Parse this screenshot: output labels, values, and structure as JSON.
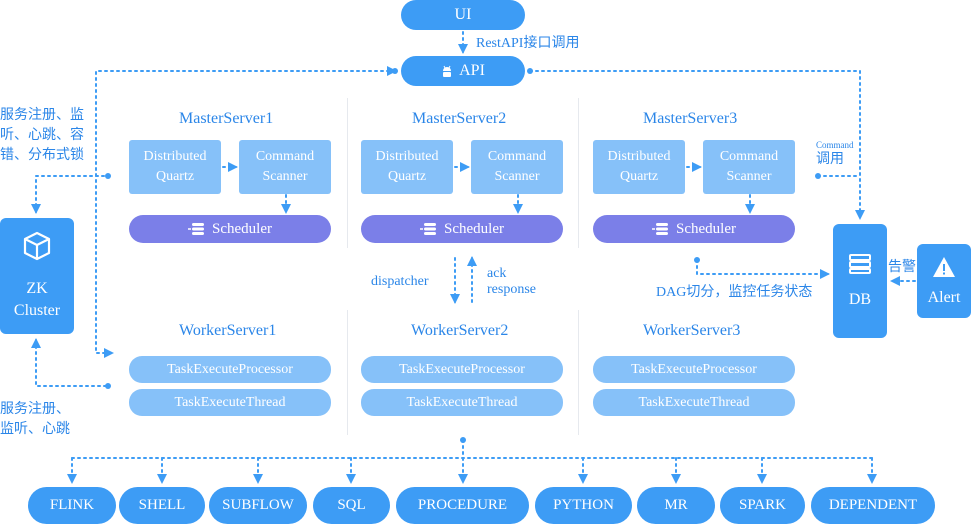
{
  "ui": "UI",
  "api": "API",
  "restapi_label": "RestAPI接口调用",
  "left_note_top": [
    "服务注册、监",
    "听、心跳、容",
    "错、分布式锁"
  ],
  "left_note_bottom": [
    "服务注册、",
    "监听、心跳"
  ],
  "zk": [
    "ZK",
    "Cluster"
  ],
  "db": "DB",
  "alert": "Alert",
  "alert_label": "告警",
  "command_small": "Command",
  "command_call": "调用",
  "dag_label": "DAG切分，监控任务状态",
  "dispatcher": "dispatcher",
  "ack": [
    "ack",
    "response"
  ],
  "masters": [
    {
      "name": "MasterServer1",
      "quartz": [
        "Distributed",
        "Quartz"
      ],
      "scanner": [
        "Command",
        "Scanner"
      ],
      "scheduler": "Scheduler"
    },
    {
      "name": "MasterServer2",
      "quartz": [
        "Distributed",
        "Quartz"
      ],
      "scanner": [
        "Command",
        "Scanner"
      ],
      "scheduler": "Scheduler"
    },
    {
      "name": "MasterServer3",
      "quartz": [
        "Distributed",
        "Quartz"
      ],
      "scanner": [
        "Command",
        "Scanner"
      ],
      "scheduler": "Scheduler"
    }
  ],
  "workers": [
    {
      "name": "WorkerServer1",
      "processor": "TaskExecuteProcessor",
      "thread": "TaskExecuteThread"
    },
    {
      "name": "WorkerServer2",
      "processor": "TaskExecuteProcessor",
      "thread": "TaskExecuteThread"
    },
    {
      "name": "WorkerServer3",
      "processor": "TaskExecuteProcessor",
      "thread": "TaskExecuteThread"
    }
  ],
  "task_types": [
    "FLINK",
    "SHELL",
    "SUBFLOW",
    "SQL",
    "PROCEDURE",
    "PYTHON",
    "MR",
    "SPARK",
    "DEPENDENT"
  ],
  "colors": {
    "blue": "#3d9cf5",
    "light_blue": "#86c1f9",
    "purple": "#7b7fe8",
    "text_blue": "#2b86e8",
    "line": "#3d9cf5"
  }
}
